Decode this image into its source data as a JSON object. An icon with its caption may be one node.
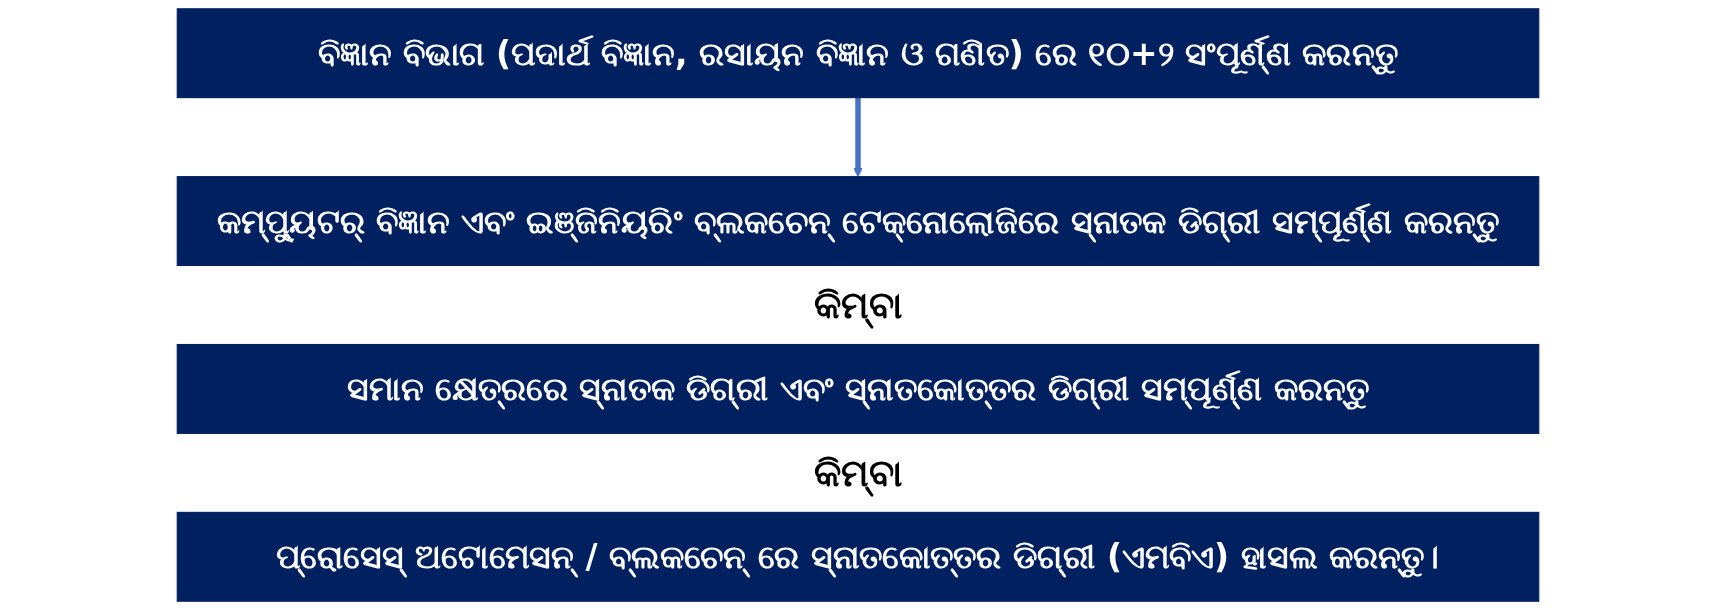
{
  "diagram": {
    "nodes": [
      {
        "text": [
          "ବିଜ୍ଞାନ ବିଭାଗ (ପଦାର୍ଥ ବିଜ୍ଞାନ, ରସାୟନ ବିଜ୍ଞାନ ଓ ଗଣିତ) ରେ ୧୦+୨ ସଂପୂର୍ଣ୍ଣ କରନ୍ତୁ"
        ]
      },
      {
        "text": [
          "କମ୍ପ୍ୟୁଟର୍ ବିଜ୍ଞାନ ଏବଂ ଇଞ୍ଜିନିୟରିଂ ବ୍ଲକଚେନ୍ ଟେକ୍ନୋଲୋଜିରେ ସ୍ନାତକ ଡିଗ୍ରୀ ସମ୍ପୂର୍ଣ୍ଣ କରନ୍ତୁ"
        ]
      },
      {
        "text": [
          "ସମାନ କ୍ଷେତ୍ରରେ ସ୍ନାତକ ଡିଗ୍ରୀ ଏବଂ ସ୍ନାତକୋତ୍ତର ଡିଗ୍ରୀ ସମ୍ପୂର୍ଣ୍ଣ କରନ୍ତୁ"
        ]
      },
      {
        "text": [
          "ପ୍ରୋସେସ୍ ଅଟୋମେସନ୍ / ବ୍ଲକଚେନ୍ ରେ ସ୍ନାତକୋତ୍ତର ଡିଗ୍ରୀ (ଏମବିଏ) ହାସଲ କରନ୍ତୁ।"
        ]
      }
    ],
    "edges": [
      {
        "from": 0,
        "to": 1,
        "arrow": "to"
      }
    ],
    "labels": [
      "କିମ୍ବା",
      "କିମ୍ବା"
    ]
  }
}
